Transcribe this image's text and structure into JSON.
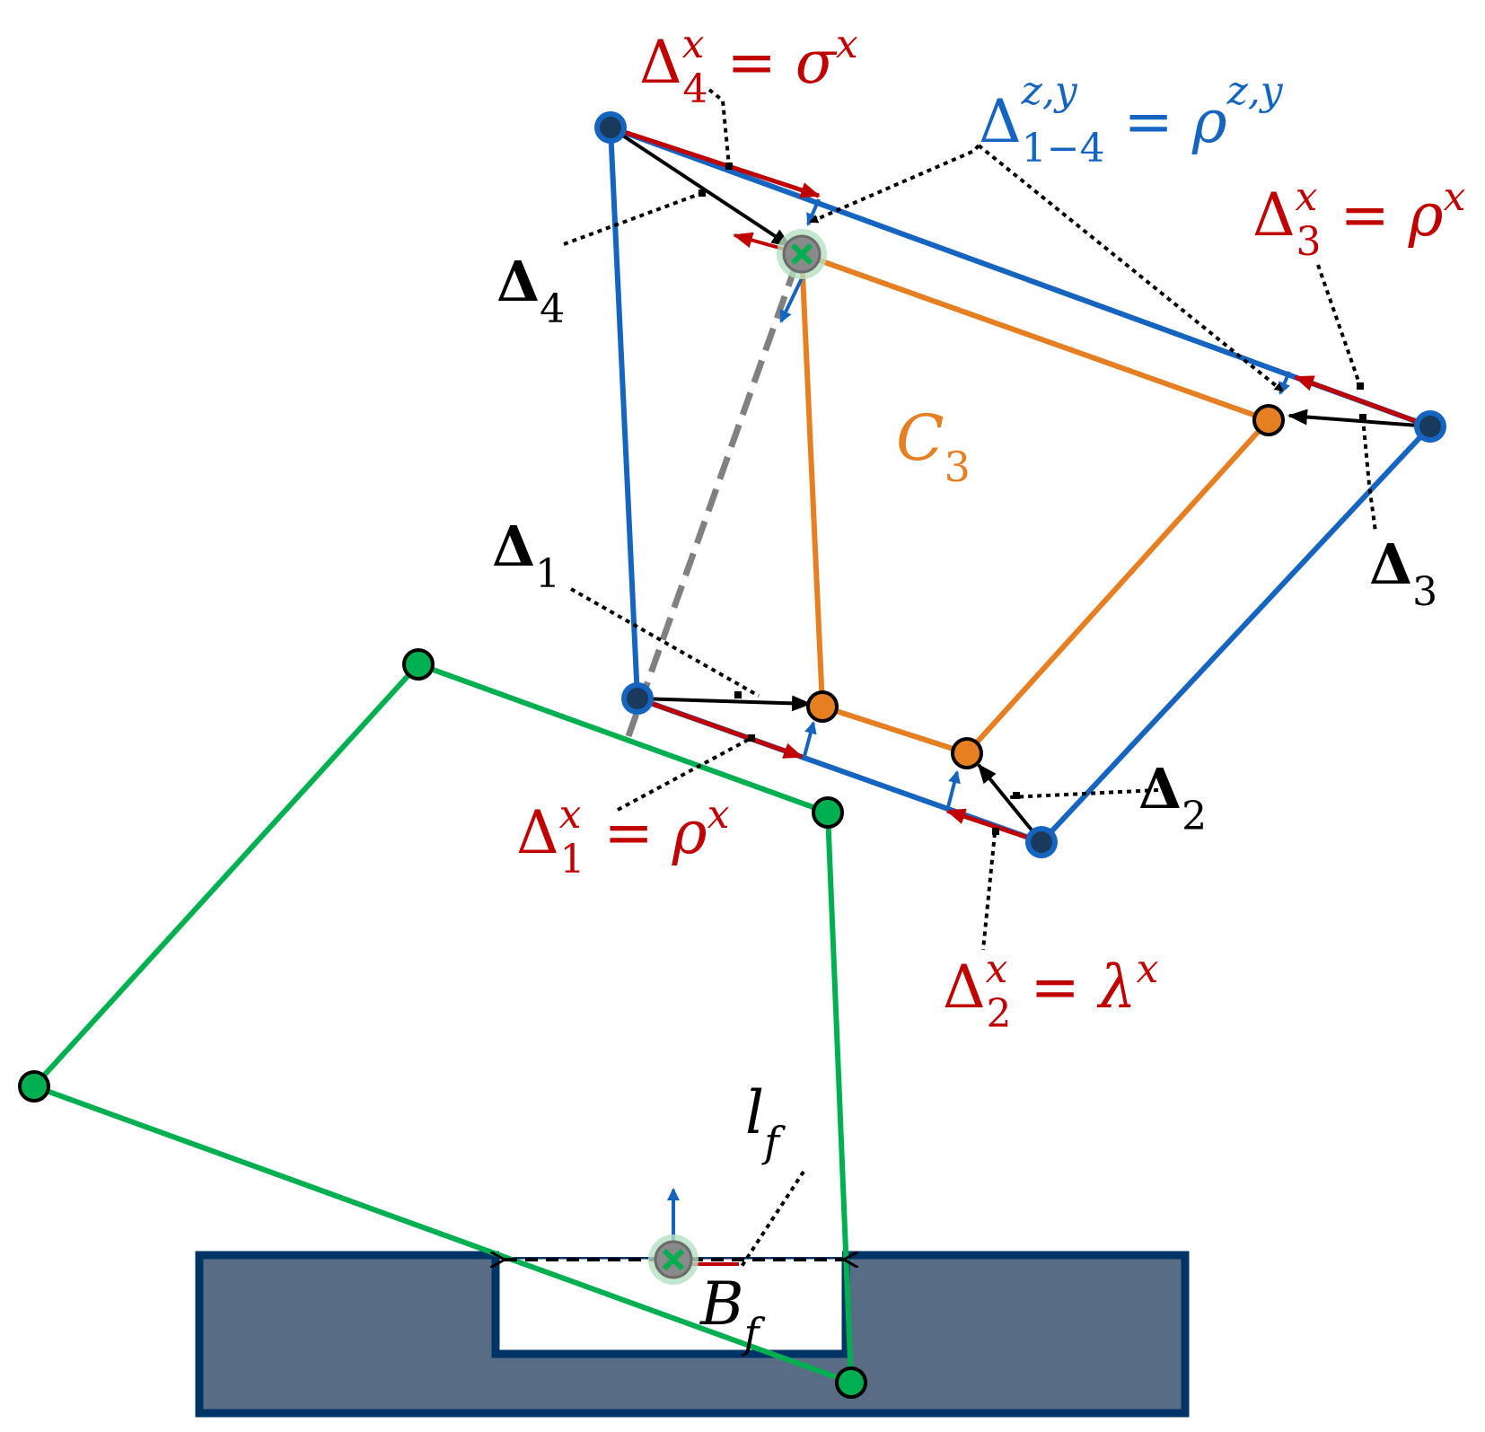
{
  "colors": {
    "blue": "#1565c0",
    "orange": "#e67e22",
    "green": "#00b050",
    "red": "#c00000",
    "black": "#000000",
    "gray": "#808080",
    "navy": "#003366",
    "slate": "#596c86",
    "dark_node": "#1a3a5c"
  },
  "labels": {
    "delta4_x": {
      "base": "Δ",
      "sub": "4",
      "sup": "x",
      "eq": " = ",
      "rhs": "σ",
      "rhs_sup": "x"
    },
    "delta14_zy": {
      "base": "Δ",
      "sub": "1−4",
      "sup": "z,y",
      "eq": " = ",
      "rhs": "ρ",
      "rhs_sup": "z,y"
    },
    "delta3_x": {
      "base": "Δ",
      "sub": "3",
      "sup": "x",
      "eq": " = ",
      "rhs": "ρ",
      "rhs_sup": "x"
    },
    "delta1_x": {
      "base": "Δ",
      "sub": "1",
      "sup": "x",
      "eq": " = ",
      "rhs": "ρ",
      "rhs_sup": "x"
    },
    "delta2_x": {
      "base": "Δ",
      "sub": "2",
      "sup": "x",
      "eq": " = ",
      "rhs": "λ",
      "rhs_sup": "x"
    },
    "delta4": {
      "base": "Δ",
      "sub": "4"
    },
    "delta1": {
      "base": "Δ",
      "sub": "1"
    },
    "delta2": {
      "base": "Δ",
      "sub": "2"
    },
    "delta3": {
      "base": "Δ",
      "sub": "3"
    },
    "c3": {
      "base": "C",
      "sub": "3"
    },
    "lf": {
      "base": "l",
      "sub": "f"
    },
    "bf": {
      "base": "B",
      "sub": "f"
    }
  },
  "icons": {
    "target_marker": "x-cross-icon",
    "node": "circle-node-icon"
  }
}
